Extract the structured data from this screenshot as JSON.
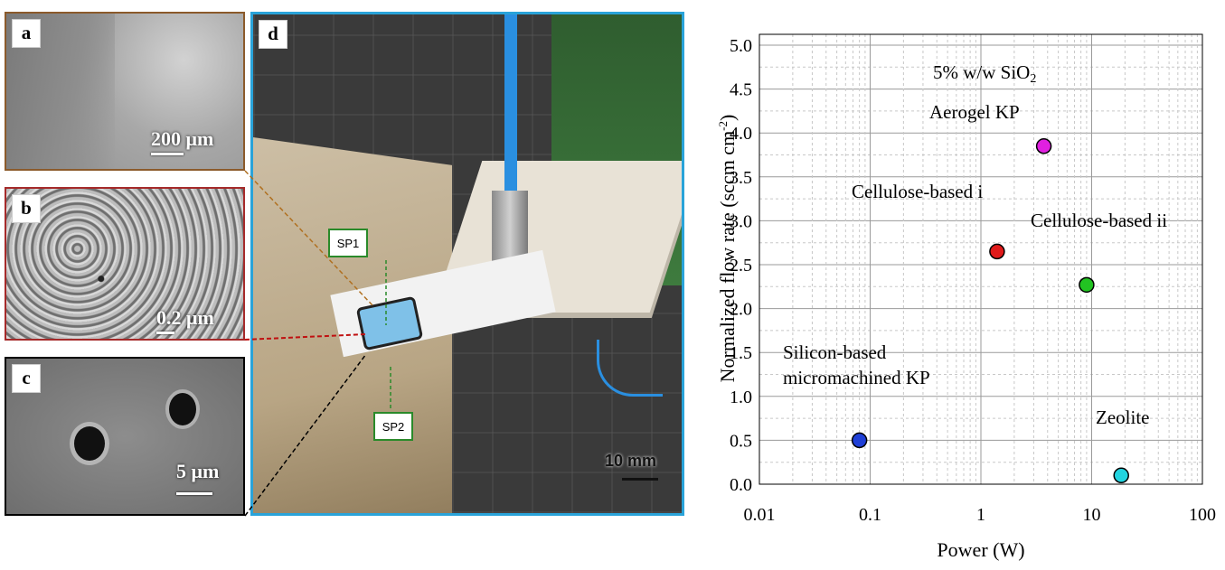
{
  "panels": {
    "a": {
      "tag": "a",
      "scale": "200 μm",
      "border": "#8b5a2b"
    },
    "b": {
      "tag": "b",
      "scale": "0.2 μm",
      "border": "#a52a2a"
    },
    "c": {
      "tag": "c",
      "scale": "5 μm",
      "border": "#000000"
    },
    "d": {
      "tag": "d",
      "scale": "10 mm",
      "border": "#29a3d9",
      "sp1": "SP1",
      "sp2": "SP2"
    }
  },
  "chart_data": {
    "type": "scatter",
    "xlabel": "Power (W)",
    "ylabel_main": "Normalized flow rate (sccm cm",
    "ylabel_sup": "-2",
    "ylabel_tail": ")",
    "xscale": "log",
    "xlim": [
      0.01,
      100
    ],
    "ylim": [
      0,
      5
    ],
    "xticks": [
      "0.01",
      "0.1",
      "1",
      "10",
      "100"
    ],
    "yticks": [
      "0.0",
      "0.5",
      "1.0",
      "1.5",
      "2.0",
      "2.5",
      "3.0",
      "3.5",
      "4.0",
      "4.5",
      "5.0"
    ],
    "grid": true,
    "points": [
      {
        "x": 0.08,
        "y": 0.5,
        "color": "#1f3fd6"
      },
      {
        "x": 1.4,
        "y": 2.65,
        "color": "#e01b1b"
      },
      {
        "x": 3.7,
        "y": 3.85,
        "color": "#e020e0"
      },
      {
        "x": 9.0,
        "y": 2.27,
        "color": "#22c322"
      },
      {
        "x": 18.5,
        "y": 0.1,
        "color": "#22d4e0"
      }
    ],
    "annotations": {
      "sio2_main": "5% w/w SiO",
      "sio2_sub": "2",
      "aerogel": "Aerogel KP",
      "cellulose_i": "Cellulose-based i",
      "cellulose_ii": "Cellulose-based ii",
      "silicon_line1": "Silicon-based",
      "silicon_line2": "micromachined KP",
      "zeolite": "Zeolite"
    }
  }
}
